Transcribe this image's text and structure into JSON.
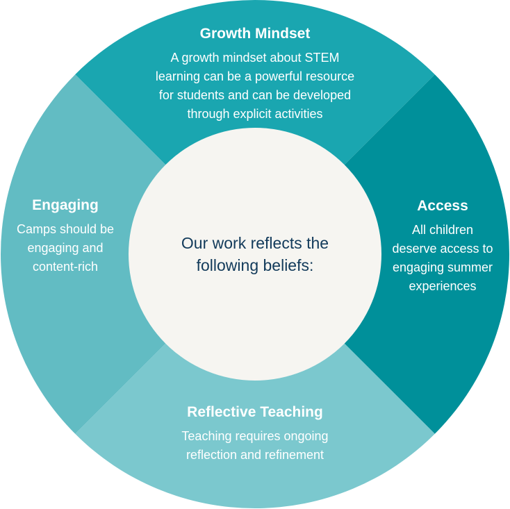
{
  "colors": {
    "top": "#1aa6b0",
    "right": "#00909a",
    "left": "#62bcc3",
    "bottom": "#7bc8ce",
    "center_fill": "#f6f5f1",
    "center_text": "#123a5a",
    "segment_text": "#ffffff"
  },
  "center": {
    "line1": "Our work reflects the",
    "line2": "following beliefs:"
  },
  "segments": {
    "top": {
      "title": "Growth Mindset",
      "lines": [
        "A growth mindset about STEM",
        "learning can be a powerful resource",
        "for students and can be developed",
        "through explicit activities"
      ]
    },
    "right": {
      "title": "Access",
      "lines": [
        "All children",
        "deserve access to",
        "engaging summer",
        "experiences"
      ]
    },
    "bottom": {
      "title": "Reflective Teaching",
      "lines": [
        "Teaching requires ongoing",
        "reflection and refinement"
      ]
    },
    "left": {
      "title": "Engaging",
      "lines": [
        "Camps should be",
        "engaging and",
        "content-rich"
      ]
    }
  }
}
